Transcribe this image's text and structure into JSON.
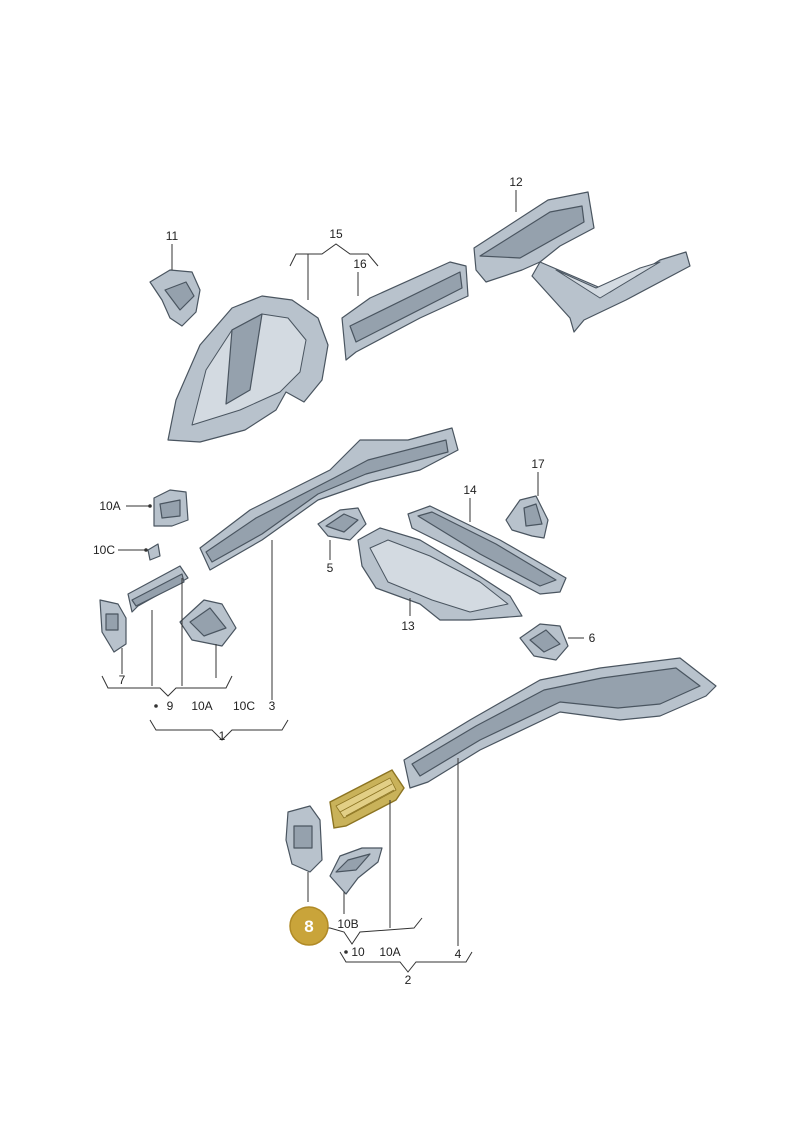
{
  "callouts": {
    "c1": "1",
    "c2": "2",
    "c3": "3",
    "c4": "4",
    "c5": "5",
    "c6": "6",
    "c7": "7",
    "c9": "9",
    "c10": "10",
    "c10a_top": "10A",
    "c10a_bottom": "10A",
    "c10a_low": "10A",
    "c10b": "10B",
    "c10c_top": "10C",
    "c10c_bottom": "10C",
    "c11": "11",
    "c12": "12",
    "c13": "13",
    "c14": "14",
    "c15": "15",
    "c16": "16",
    "c17": "17"
  },
  "highlight": {
    "label": "8",
    "badge_color": "#c9a43a"
  }
}
